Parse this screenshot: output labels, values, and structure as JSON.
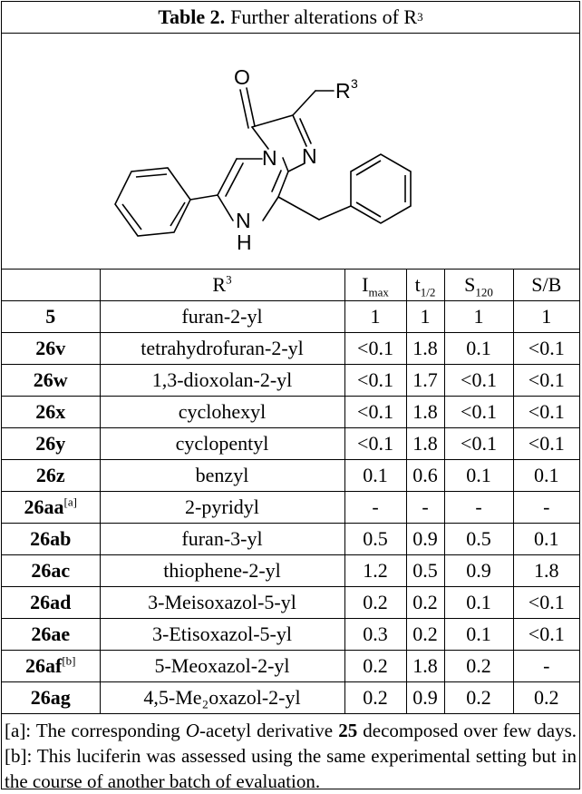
{
  "title": {
    "label": "Table 2.",
    "text": "Further alterations of R",
    "sup": "3"
  },
  "structure": {
    "atoms": {
      "oxygen": "O",
      "r_group": "R",
      "r_sup": "3",
      "n_bridge": "N",
      "n_ring": "N",
      "nh_n": "N",
      "nh_h": "H"
    }
  },
  "columns": {
    "r3": {
      "base": "R",
      "sup": "3"
    },
    "imax": {
      "base": "I",
      "sub": "max"
    },
    "thalf": {
      "base": "t",
      "sub": "1/2"
    },
    "s120": {
      "base": "S",
      "sub": "120"
    },
    "sb": {
      "base": "S/B"
    }
  },
  "rows": [
    {
      "cmp": "5",
      "sup": "",
      "r3": "furan-2-yl",
      "imax": "1",
      "thalf": "1",
      "s120": "1",
      "sb": "1"
    },
    {
      "cmp": "26v",
      "sup": "",
      "r3": "tetrahydrofuran-2-yl",
      "imax": "<0.1",
      "thalf": "1.8",
      "s120": "0.1",
      "sb": "<0.1"
    },
    {
      "cmp": "26w",
      "sup": "",
      "r3": "1,3-dioxolan-2-yl",
      "imax": "<0.1",
      "thalf": "1.7",
      "s120": "<0.1",
      "sb": "<0.1"
    },
    {
      "cmp": "26x",
      "sup": "",
      "r3": "cyclohexyl",
      "imax": "<0.1",
      "thalf": "1.8",
      "s120": "<0.1",
      "sb": "<0.1"
    },
    {
      "cmp": "26y",
      "sup": "",
      "r3": "cyclopentyl",
      "imax": "<0.1",
      "thalf": "1.8",
      "s120": "<0.1",
      "sb": "<0.1"
    },
    {
      "cmp": "26z",
      "sup": "",
      "r3": "benzyl",
      "imax": "0.1",
      "thalf": "0.6",
      "s120": "0.1",
      "sb": "0.1"
    },
    {
      "cmp": "26aa",
      "sup": "[a]",
      "r3": "2-pyridyl",
      "imax": "-",
      "thalf": "-",
      "s120": "-",
      "sb": "-"
    },
    {
      "cmp": "26ab",
      "sup": "",
      "r3": "furan-3-yl",
      "imax": "0.5",
      "thalf": "0.9",
      "s120": "0.5",
      "sb": "0.1"
    },
    {
      "cmp": "26ac",
      "sup": "",
      "r3": "thiophene-2-yl",
      "imax": "1.2",
      "thalf": "0.5",
      "s120": "0.9",
      "sb": "1.8"
    },
    {
      "cmp": "26ad",
      "sup": "",
      "r3": "3-Meisoxazol-5-yl",
      "imax": "0.2",
      "thalf": "0.2",
      "s120": "0.1",
      "sb": "<0.1"
    },
    {
      "cmp": "26ae",
      "sup": "",
      "r3": "3-Etisoxazol-5-yl",
      "imax": "0.3",
      "thalf": "0.2",
      "s120": "0.1",
      "sb": "<0.1"
    },
    {
      "cmp": "26af",
      "sup": "[b]",
      "r3": "5-Meoxazol-2-yl",
      "imax": "0.2",
      "thalf": "1.8",
      "s120": "0.2",
      "sb": "-"
    },
    {
      "cmp": "26ag",
      "sup": "",
      "r3": "4,5-Me₂oxazol-2-yl",
      "imax": "0.2",
      "thalf": "0.9",
      "s120": "0.2",
      "sb": "0.2"
    }
  ],
  "footnote": {
    "p1": "[a]: The corresponding ",
    "italic": "O",
    "p2": "-acetyl derivative ",
    "bold": "25",
    "p3": " decomposed over few days. [b]: This luciferin was assessed using the same experimental setting but in the course of another batch of evaluation."
  }
}
